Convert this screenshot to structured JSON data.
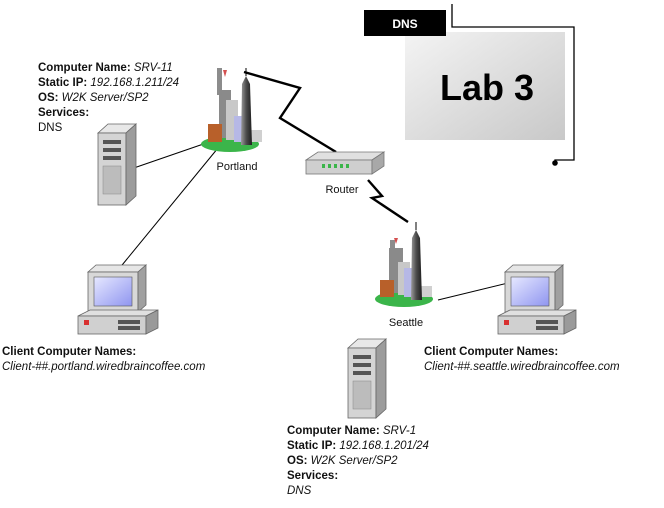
{
  "lab_box": {
    "tag": "DNS",
    "title": "Lab 3"
  },
  "portland": {
    "city_label": "Portland",
    "server": {
      "name_label": "Computer Name: ",
      "name_value": "SRV-11",
      "ip_label": "Static IP: ",
      "ip_value": "192.168.1.211/24",
      "os_label": "OS: ",
      "os_value": "W2K Server/SP2",
      "services_label": "Services:",
      "services_value": "DNS"
    },
    "client": {
      "heading": "Client Computer Names:",
      "value": "Client-##.portland.wiredbraincoffee.com"
    }
  },
  "router": {
    "label": "Router"
  },
  "seattle": {
    "city_label": "Seattle",
    "server": {
      "name_label": "Computer Name: ",
      "name_value": "SRV-1",
      "ip_label": "Static IP: ",
      "ip_value": "192.168.1.201/24",
      "os_label": "OS: ",
      "os_value": "W2K Server/SP2",
      "services_label": "Services:",
      "services_value": "DNS"
    },
    "client": {
      "heading": "Client Computer Names:",
      "value": "Client-##.seattle.wiredbraincoffee.com"
    }
  }
}
